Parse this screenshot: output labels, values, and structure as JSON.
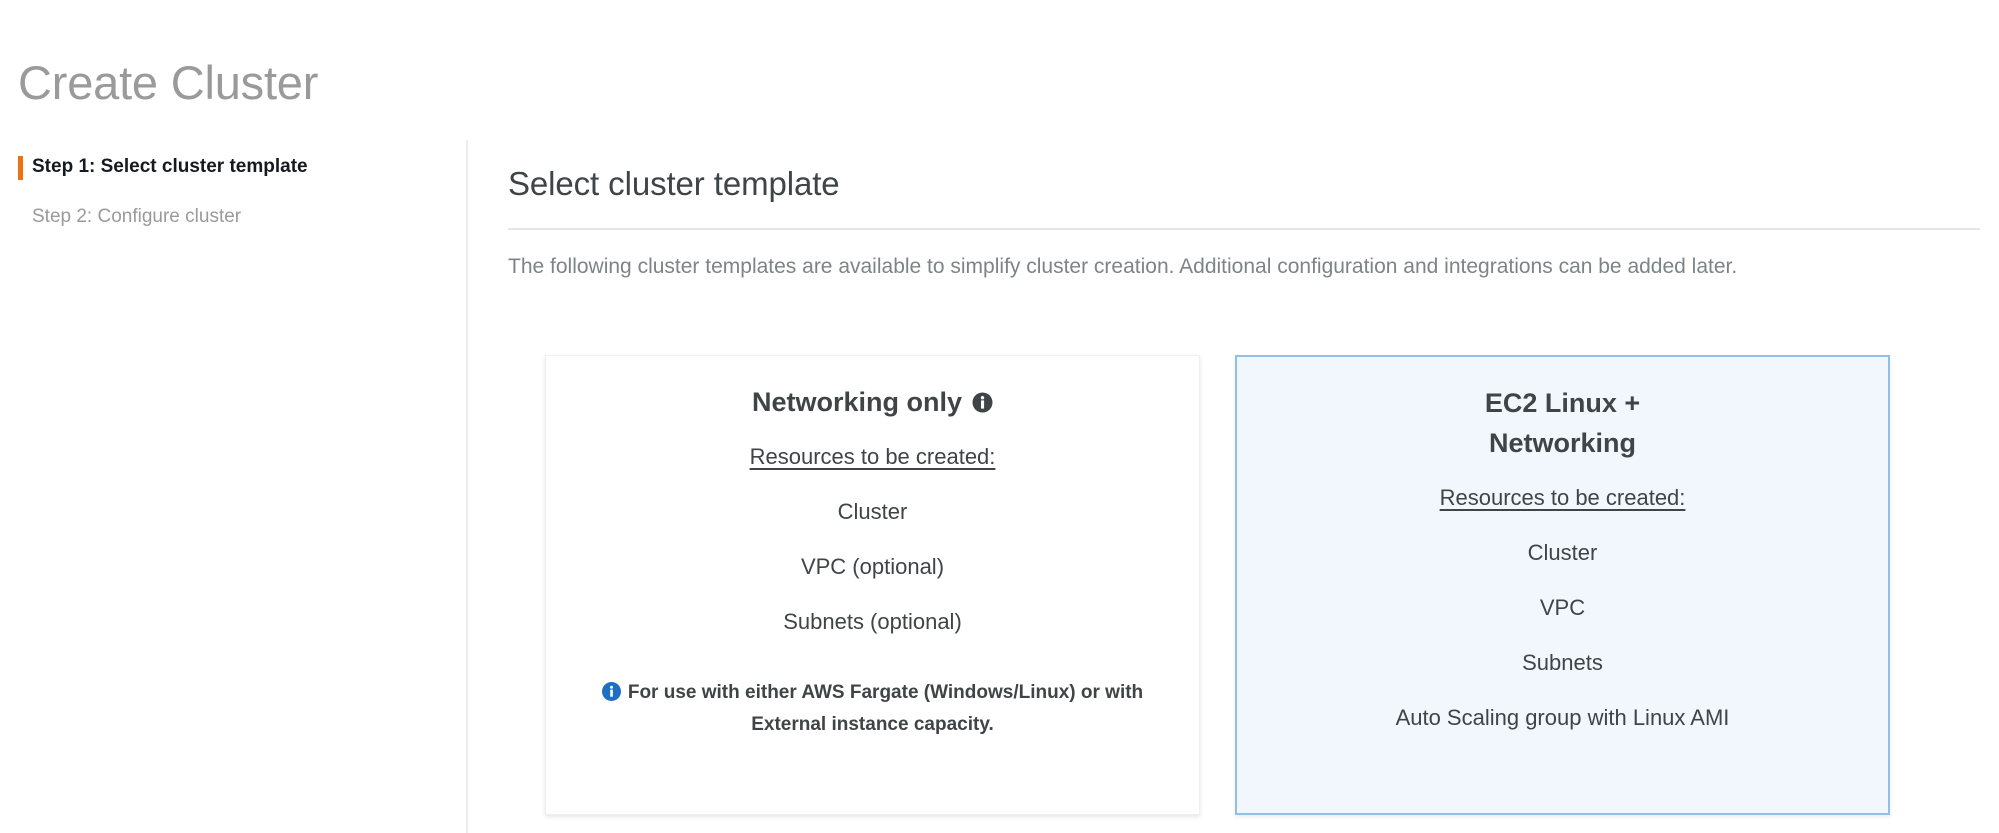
{
  "page": {
    "title": "Create Cluster"
  },
  "wizard": {
    "steps": [
      {
        "label": "Step 1: Select cluster template",
        "state": "active"
      },
      {
        "label": "Step 2: Configure cluster",
        "state": "inactive"
      }
    ],
    "active_marker_color": "#ec7211"
  },
  "main": {
    "heading": "Select cluster template",
    "description": "The following cluster templates are available to simplify cluster creation. Additional configuration and integrations can be added later."
  },
  "templates": [
    {
      "id": "networking-only",
      "title": "Networking only",
      "info_icon": "info-icon",
      "selected": false,
      "resources_label": "Resources to be created:",
      "resources": [
        "Cluster",
        "VPC (optional)",
        "Subnets (optional)"
      ],
      "note_icon": "info-icon",
      "note": "For use with either AWS Fargate (Windows/Linux) or with External instance capacity."
    },
    {
      "id": "ec2-linux-networking",
      "title": "EC2 Linux +\nNetworking",
      "selected": true,
      "resources_label": "Resources to be created:",
      "resources": [
        "Cluster",
        "VPC",
        "Subnets",
        "Auto Scaling group with Linux AMI"
      ]
    }
  ],
  "colors": {
    "accent_orange": "#ec7211",
    "selected_card_border": "#93bfe5",
    "selected_card_background": "#f1f7fd",
    "info_blue": "#1d6fc4",
    "text_primary": "#3f4447",
    "text_muted": "#9a9a9a"
  }
}
